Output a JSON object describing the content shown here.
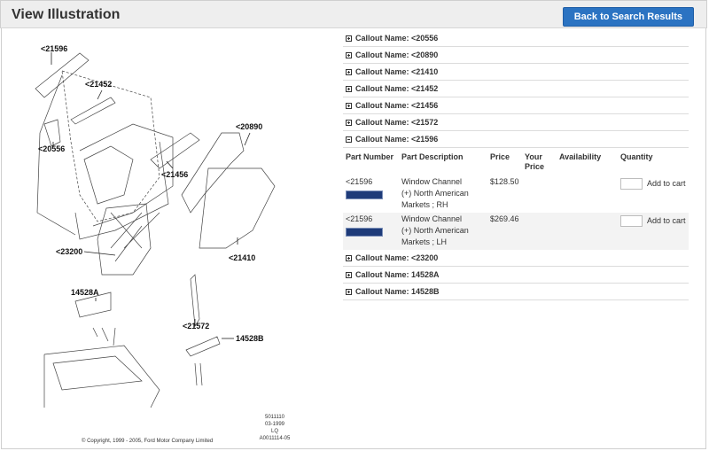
{
  "header": {
    "title": "View Illustration",
    "back_button": "Back to Search Results"
  },
  "illustration": {
    "labels": [
      "<21596",
      "<21452",
      "<20556",
      "<20890",
      "<21456",
      "<23200",
      "<21410",
      "14528A",
      "<21572",
      "14528B"
    ],
    "copyright": "© Copyright, 1999 - 2005, Ford Motor Company Limited",
    "codes": [
      "5011110",
      "03-1999",
      "LQ",
      "A0011114-05"
    ]
  },
  "callouts_before": [
    {
      "label": "Callout Name: <20556"
    },
    {
      "label": "Callout Name: <20890"
    },
    {
      "label": "Callout Name: <21410"
    },
    {
      "label": "Callout Name: <21452"
    },
    {
      "label": "Callout Name: <21456"
    },
    {
      "label": "Callout Name: <21572"
    }
  ],
  "expanded": {
    "label": "Callout Name: <21596",
    "columns": {
      "part_number": "Part Number",
      "description": "Part Description",
      "price": "Price",
      "your_price_1": "Your",
      "your_price_2": "Price",
      "availability": "Availability",
      "quantity": "Quantity"
    },
    "parts": [
      {
        "number": "<21596",
        "desc1": "Window Channel",
        "desc2": "(+) North American",
        "desc3": "Markets ; RH",
        "price": "$128.50",
        "add": "Add to cart"
      },
      {
        "number": "<21596",
        "desc1": "Window Channel",
        "desc2": "(+) North American",
        "desc3": "Markets ; LH",
        "price": "$269.46",
        "add": "Add to cart"
      }
    ]
  },
  "callouts_after": [
    {
      "label": "Callout Name: <23200"
    },
    {
      "label": "Callout Name: 14528A"
    },
    {
      "label": "Callout Name: 14528B"
    }
  ],
  "colors": {
    "button": "#2b73c2",
    "header_bg": "#eeeeee",
    "badge": "#1e3b79"
  }
}
